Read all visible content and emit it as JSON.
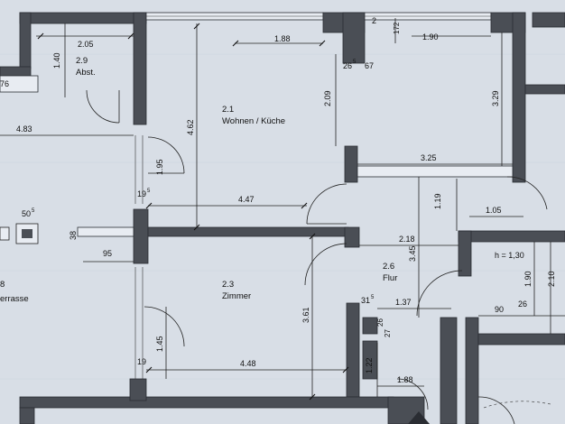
{
  "rooms": {
    "abst": {
      "number": "2.9",
      "name": "Abst."
    },
    "wohnen": {
      "number": "2.1",
      "name": "Wohnen / Küche"
    },
    "zimmer": {
      "number": "2.3",
      "name": "Zimmer"
    },
    "flur": {
      "number": "2.6",
      "name": "Flur"
    },
    "terrasse": {
      "number": "8",
      "name": "errasse"
    }
  },
  "dimensions": {
    "abst_width": "2.05",
    "abst_height": "1.40",
    "left_cut": "76",
    "terrace_width": "4.83",
    "window_small": "1.95",
    "offset_19a": "19",
    "offset_19a_sup": "5",
    "vent_50": "50",
    "vent_50_sup": "5",
    "vent_38": "38",
    "left_95": "95",
    "wohnen_top": "1.88",
    "wohnen_height": "4.62",
    "wohnen_mid": "2.09",
    "wohnen_width": "4.47",
    "kitchen_26": "26",
    "kitchen_26_sup": "5",
    "kitchen_67": "67",
    "top_2": "2",
    "top_172": "172",
    "top_190": "1.90",
    "right_329": "3.29",
    "right_325": "3.25",
    "flur_119": "1.19",
    "flur_105": "1.05",
    "flur_218": "2.18",
    "flur_345": "3.45",
    "flur_137": "1.37",
    "flur_31": "31",
    "flur_31_sup": "5",
    "flur_26": "26",
    "flur_27": "27",
    "h_label": "h = 1,30",
    "right_190": "1.90",
    "right_210": "2.10",
    "right_90": "90",
    "right_26": "26",
    "zimmer_145": "1.45",
    "zimmer_361": "3.61",
    "zimmer_width": "4.48",
    "offset_19b": "19",
    "bottom_122": "1.22",
    "bottom_188": "1.88"
  }
}
